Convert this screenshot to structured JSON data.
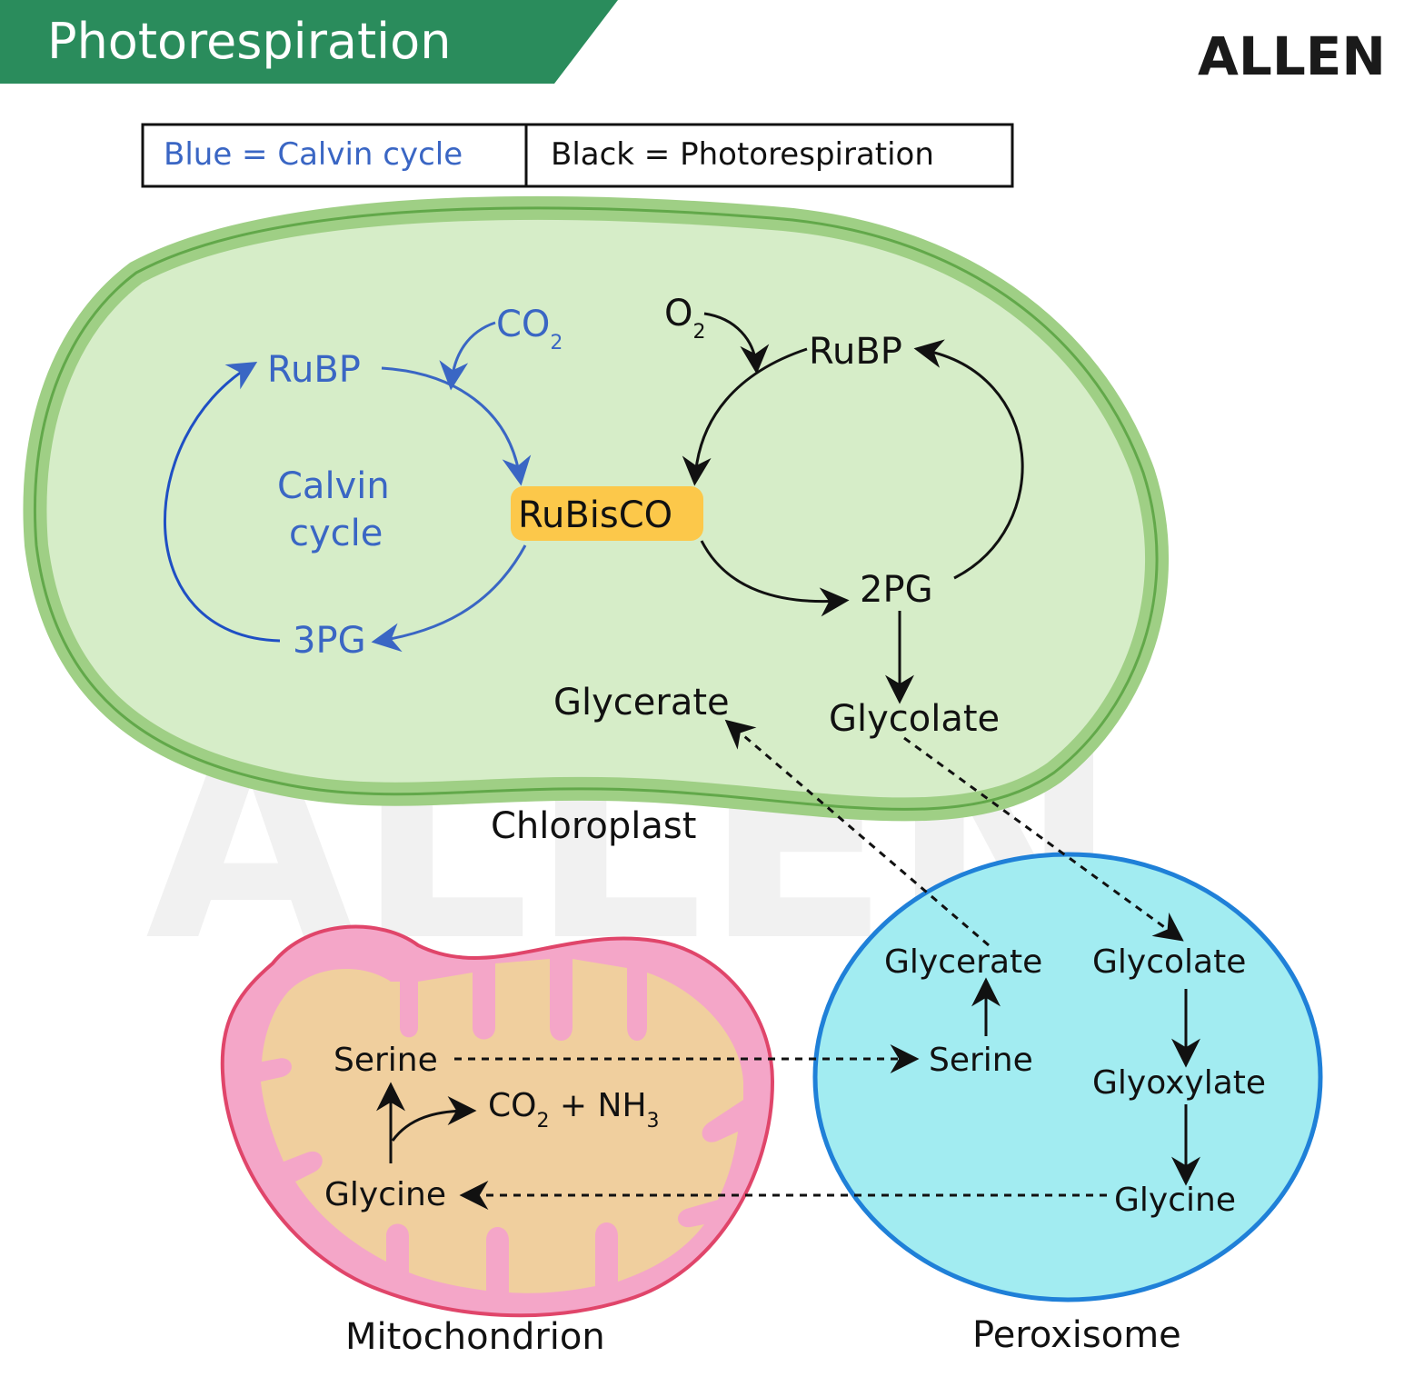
{
  "header": {
    "title": "Photorespiration",
    "brand": "ALLEN"
  },
  "legend": {
    "blue": "Blue = Calvin cycle",
    "black": "Black = Photorespiration"
  },
  "chloroplast": {
    "name": "Chloroplast",
    "calvin": {
      "rubp": "RuBP",
      "co2": "CO",
      "co2_sub": "2",
      "cycle_line1": "Calvin",
      "cycle_line2": "cycle",
      "pg3": "3PG"
    },
    "enzyme": "RuBisCO",
    "photo": {
      "o2": "O",
      "o2_sub": "2",
      "rubp": "RuBP",
      "pg2": "2PG",
      "glycolate": "Glycolate",
      "glycerate": "Glycerate"
    }
  },
  "mitochondrion": {
    "name": "Mitochondrion",
    "serine": "Serine",
    "glycine": "Glycine",
    "products": {
      "co2": "CO",
      "co2_sub": "2",
      "plus_nh": " + NH",
      "nh3_sub": "3"
    }
  },
  "peroxisome": {
    "name": "Peroxisome",
    "glycerate": "Glycerate",
    "glycolate": "Glycolate",
    "serine": "Serine",
    "glyoxylate": "Glyoxylate",
    "glycine": "Glycine"
  },
  "colors": {
    "banner": "#2a8c5c",
    "calvin_blue": "#3a66c4",
    "chloroplast_fill": "#d6edc8",
    "chloroplast_border": "#6cb355",
    "rubisco_fill": "#fcc84a",
    "mito_outer": "#f4a6c8",
    "mito_inner": "#f0cf9e",
    "mito_border": "#e0456a",
    "peroxisome_fill": "#a2ecf1",
    "peroxisome_border": "#1f80d8"
  }
}
